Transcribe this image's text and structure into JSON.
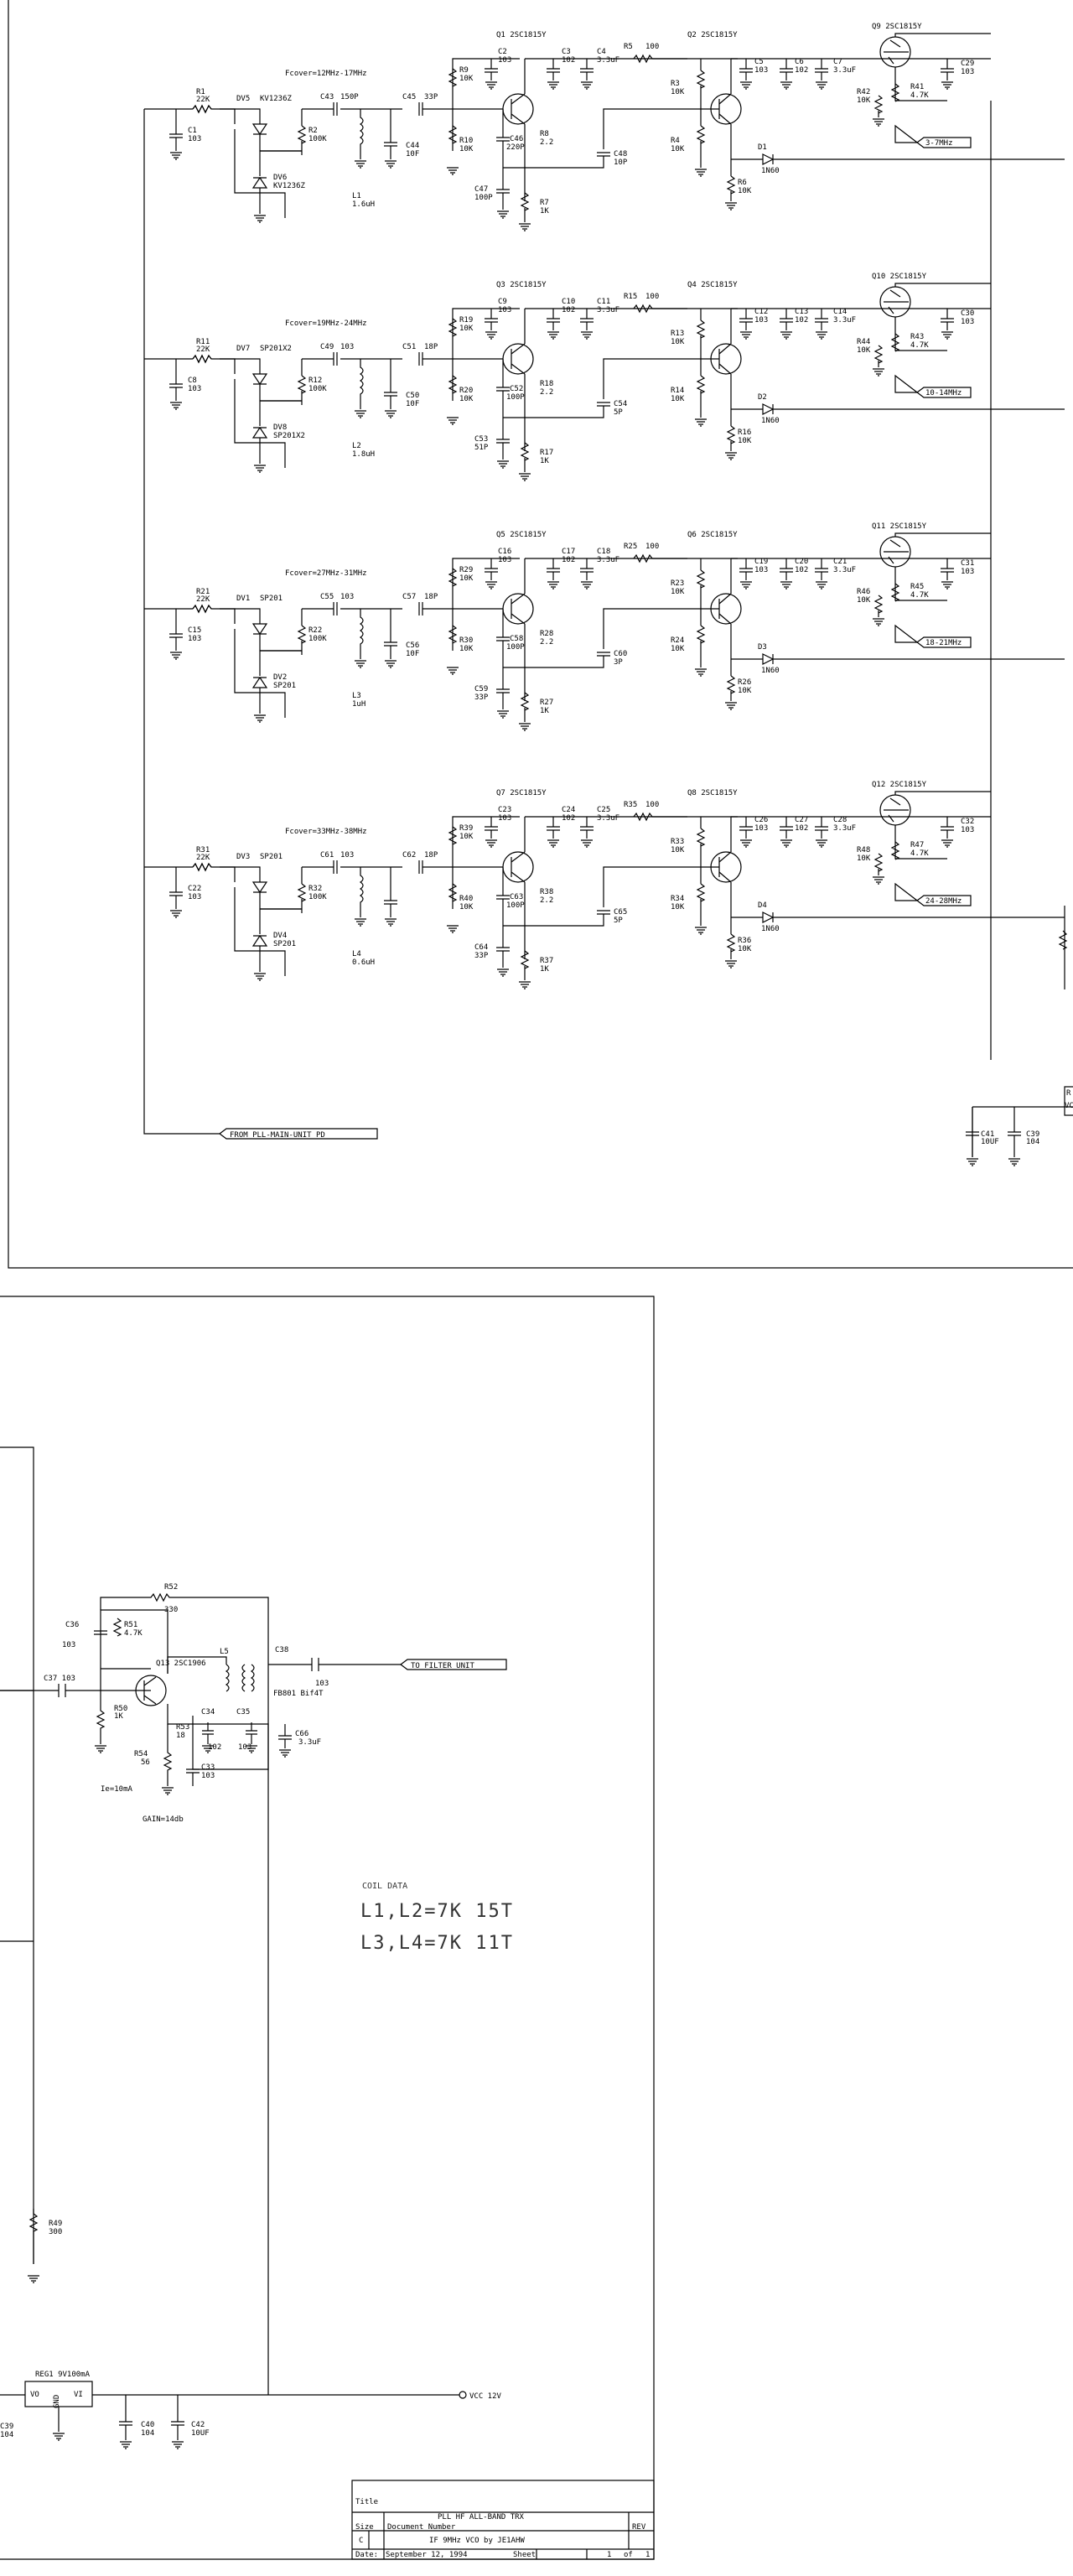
{
  "title_block": {
    "title_label": "Title",
    "title": "PLL HF ALL-BAND TRX",
    "size_label": "Size",
    "size": "C",
    "docnum_label": "Document Number",
    "docnum": "IF 9MHz VCO  by JE1AHW",
    "rev_label": "REV",
    "date_label": "Date:",
    "date": "September 12, 1994",
    "sheet_label": "Sheet",
    "sheet": "1",
    "of_label": "of",
    "sheet_total": "1"
  },
  "coil_data": {
    "heading": "COIL DATA",
    "line1": "L1,L2=7K 15T",
    "line2": "L3,L4=7K 11T"
  },
  "ports": {
    "from_pll": "FROM PLL-MAIN-UNIT PD",
    "to_filter": "TO FILTER UNIT",
    "vcc": "VCC 12V"
  },
  "buffer_amp": {
    "q13": "Q13 2SC1906",
    "r52": "R52",
    "r52v": "330",
    "c36": "C36",
    "c36v": "103",
    "r51": "R51",
    "r51v": "4.7K",
    "c37": "C37 103",
    "r50": "R50",
    "r50v": "1K",
    "l5": "L5",
    "c38": "C38",
    "c38v": "103",
    "fb": "FB801 Bif4T",
    "r53": "R53",
    "r53v": "18",
    "c34": "C34",
    "c34v": "102",
    "c35": "C35",
    "c35v": "103",
    "c66": "C66",
    "c66v": "3.3uF",
    "r54": "R54",
    "r54v": "56",
    "c33": "C33",
    "c33v": "103",
    "ie": "Ie=10mA",
    "gain": "GAIN=14db",
    "r49": "R49",
    "r49v": "300"
  },
  "regulator": {
    "name": "REG1 9V100mA",
    "vo": "VO",
    "vi": "VI",
    "gnd": "GND",
    "c39": "C39",
    "c39v": "104",
    "c40": "C40",
    "c40v": "104",
    "c42": "C42",
    "c42v": "10UF",
    "c41": "C41",
    "c41v": "10UF",
    "c39b": "C39",
    "c39bv": "104",
    "reg_stub": "R",
    "reg_stub2": "VC"
  },
  "bands": [
    {
      "fcover": "Fcover=12MHz-17MHz",
      "r_in": "R1",
      "r_in_v": "22K",
      "c_in": "C1",
      "c_in_v": "103",
      "dv_a": "DV5",
      "dv_a_v": "KV1236Z",
      "dv_b": "DV6",
      "dv_b_v": "KV1236Z",
      "c_a": "C43",
      "c_a_v": "150P",
      "c_b": "C45",
      "c_b_v": "33P",
      "r_bias": "R2",
      "r_bias_v": "100K",
      "l": "L1",
      "l_v": "1.6uH",
      "c_t": "C44",
      "c_t_v": "10F",
      "q_osc": "Q1 2SC1815Y",
      "q_buf": "Q2 2SC1815Y",
      "q_sw": "Q9 2SC1815Y",
      "r_b1": "R9",
      "r_b1_v": "10K",
      "r_b2": "R10",
      "r_b2_v": "10K",
      "c_d1": "C2",
      "c_d1_v": "103",
      "c_d2": "C3",
      "c_d2_v": "102",
      "c_d3": "C4",
      "c_d3_v": "3.3uF",
      "c_fb1": "C46",
      "c_fb1_v": "220P",
      "c_fb2": "C47",
      "c_fb2_v": "100P",
      "r_e": "R8",
      "r_e_v": "2.2",
      "r_e2": "R7",
      "r_e2_v": "1K",
      "c_cpl": "C48",
      "c_cpl_v": "10P",
      "r_ser": "R5",
      "r_ser_v": "100",
      "r_b3": "R3",
      "r_b3_v": "10K",
      "r_b4": "R4",
      "r_b4_v": "10K",
      "c_d4": "C5",
      "c_d4_v": "103",
      "c_d5": "C6",
      "c_d5_v": "102",
      "c_d6": "C7",
      "c_d6_v": "3.3uF",
      "c_sw": "C29",
      "c_sw_v": "103",
      "r_sw1": "R41",
      "r_sw1_v": "4.7K",
      "r_sw2": "R42",
      "r_sw2_v": "10K",
      "band_tag": "3-7MHz",
      "d": "D1",
      "d_v": "1N60",
      "r_out": "R6",
      "r_out_v": "10K"
    },
    {
      "fcover": "Fcover=19MHz-24MHz",
      "r_in": "R11",
      "r_in_v": "22K",
      "c_in": "C8",
      "c_in_v": "103",
      "dv_a": "DV7",
      "dv_a_v": "SP201X2",
      "dv_b": "DV8",
      "dv_b_v": "SP201X2",
      "c_a": "C49",
      "c_a_v": "103",
      "c_b": "C51",
      "c_b_v": "18P",
      "r_bias": "R12",
      "r_bias_v": "100K",
      "l": "L2",
      "l_v": "1.8uH",
      "c_t": "C50",
      "c_t_v": "10F",
      "q_osc": "Q3 2SC1815Y",
      "q_buf": "Q4 2SC1815Y",
      "q_sw": "Q10 2SC1815Y",
      "r_b1": "R19",
      "r_b1_v": "10K",
      "r_b2": "R20",
      "r_b2_v": "10K",
      "c_d1": "C9",
      "c_d1_v": "103",
      "c_d2": "C10",
      "c_d2_v": "102",
      "c_d3": "C11",
      "c_d3_v": "3.3uF",
      "c_fb1": "C52",
      "c_fb1_v": "100P",
      "c_fb2": "C53",
      "c_fb2_v": "51P",
      "r_e": "R18",
      "r_e_v": "2.2",
      "r_e2": "R17",
      "r_e2_v": "1K",
      "c_cpl": "C54",
      "c_cpl_v": "5P",
      "r_ser": "R15",
      "r_ser_v": "100",
      "r_b3": "R13",
      "r_b3_v": "10K",
      "r_b4": "R14",
      "r_b4_v": "10K",
      "c_d4": "C12",
      "c_d4_v": "103",
      "c_d5": "C13",
      "c_d5_v": "102",
      "c_d6": "C14",
      "c_d6_v": "3.3uF",
      "c_sw": "C30",
      "c_sw_v": "103",
      "r_sw1": "R43",
      "r_sw1_v": "4.7K",
      "r_sw2": "R44",
      "r_sw2_v": "10K",
      "band_tag": "10-14MHz",
      "d": "D2",
      "d_v": "1N60",
      "r_out": "R16",
      "r_out_v": "10K"
    },
    {
      "fcover": "Fcover=27MHz-31MHz",
      "r_in": "R21",
      "r_in_v": "22K",
      "c_in": "C15",
      "c_in_v": "103",
      "dv_a": "DV1",
      "dv_a_v": "SP201",
      "dv_b": "DV2",
      "dv_b_v": "SP201",
      "c_a": "C55",
      "c_a_v": "103",
      "c_b": "C57",
      "c_b_v": "18P",
      "r_bias": "R22",
      "r_bias_v": "100K",
      "l": "L3",
      "l_v": "1uH",
      "c_t": "C56",
      "c_t_v": "10F",
      "q_osc": "Q5 2SC1815Y",
      "q_buf": "Q6 2SC1815Y",
      "q_sw": "Q11 2SC1815Y",
      "r_b1": "R29",
      "r_b1_v": "10K",
      "r_b2": "R30",
      "r_b2_v": "10K",
      "c_d1": "C16",
      "c_d1_v": "103",
      "c_d2": "C17",
      "c_d2_v": "102",
      "c_d3": "C18",
      "c_d3_v": "3.3uF",
      "c_fb1": "C58",
      "c_fb1_v": "100P",
      "c_fb2": "C59",
      "c_fb2_v": "33P",
      "r_e": "R28",
      "r_e_v": "2.2",
      "r_e2": "R27",
      "r_e2_v": "1K",
      "c_cpl": "C60",
      "c_cpl_v": "3P",
      "r_ser": "R25",
      "r_ser_v": "100",
      "r_b3": "R23",
      "r_b3_v": "10K",
      "r_b4": "R24",
      "r_b4_v": "10K",
      "c_d4": "C19",
      "c_d4_v": "103",
      "c_d5": "C20",
      "c_d5_v": "102",
      "c_d6": "C21",
      "c_d6_v": "3.3uF",
      "c_sw": "C31",
      "c_sw_v": "103",
      "r_sw1": "R45",
      "r_sw1_v": "4.7K",
      "r_sw2": "R46",
      "r_sw2_v": "10K",
      "band_tag": "18-21MHz",
      "d": "D3",
      "d_v": "1N60",
      "r_out": "R26",
      "r_out_v": "10K"
    },
    {
      "fcover": "Fcover=33MHz-38MHz",
      "r_in": "R31",
      "r_in_v": "22K",
      "c_in": "C22",
      "c_in_v": "103",
      "dv_a": "DV3",
      "dv_a_v": "SP201",
      "dv_b": "DV4",
      "dv_b_v": "SP201",
      "c_a": "C61",
      "c_a_v": "103",
      "c_b": "C62",
      "c_b_v": "18P",
      "r_bias": "R32",
      "r_bias_v": "100K",
      "l": "L4",
      "l_v": "0.6uH",
      "c_t": "",
      "c_t_v": "",
      "q_osc": "Q7 2SC1815Y",
      "q_buf": "Q8 2SC1815Y",
      "q_sw": "Q12 2SC1815Y",
      "r_b1": "R39",
      "r_b1_v": "10K",
      "r_b2": "R40",
      "r_b2_v": "10K",
      "c_d1": "C23",
      "c_d1_v": "103",
      "c_d2": "C24",
      "c_d2_v": "102",
      "c_d3": "C25",
      "c_d3_v": "3.3uF",
      "c_fb1": "C63",
      "c_fb1_v": "100P",
      "c_fb2": "C64",
      "c_fb2_v": "33P",
      "r_e": "R38",
      "r_e_v": "2.2",
      "r_e2": "R37",
      "r_e2_v": "1K",
      "c_cpl": "C65",
      "c_cpl_v": "5P",
      "r_ser": "R35",
      "r_ser_v": "100",
      "r_b3": "R33",
      "r_b3_v": "10K",
      "r_b4": "R34",
      "r_b4_v": "10K",
      "c_d4": "C26",
      "c_d4_v": "103",
      "c_d5": "C27",
      "c_d5_v": "102",
      "c_d6": "C28",
      "c_d6_v": "3.3uF",
      "c_sw": "C32",
      "c_sw_v": "103",
      "r_sw1": "R47",
      "r_sw1_v": "4.7K",
      "r_sw2": "R48",
      "r_sw2_v": "10K",
      "band_tag": "24-28MHz",
      "d": "D4",
      "d_v": "1N60",
      "r_out": "R36",
      "r_out_v": "10K"
    }
  ]
}
